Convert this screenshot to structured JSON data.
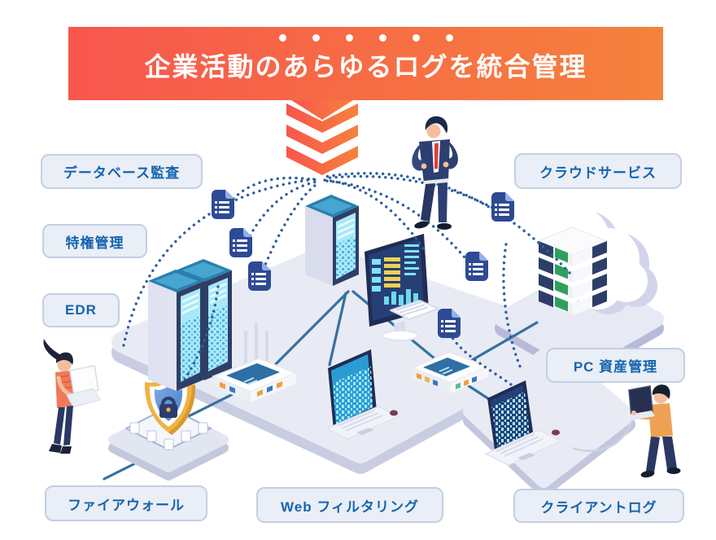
{
  "banner": {
    "title": "企業活動のあらゆるログを統合管理",
    "decoration_dots_count": 6,
    "arrow": "triple-chevron-down"
  },
  "labels": {
    "database_audit": "データベース監査",
    "privileged_management": "特権管理",
    "edr": "EDR",
    "cloud_service": "クラウドサービス",
    "pc_asset_management": "PC 資産管理",
    "firewall": "ファイアウォール",
    "web_filtering": "Web フィルタリング",
    "client_log": "クライアントログ"
  },
  "colors": {
    "banner_gradient_start": "#f8564e",
    "banner_gradient_end": "#f5823c",
    "label_text": "#1565ad",
    "label_background": "#eaeef6",
    "label_border": "#c3cfe3",
    "dotted_log_flow": "#2f5f9e",
    "network_line": "#36719f",
    "platform_top": "#e9ebf4",
    "platform_side": "#c9cde2",
    "server_front": "#2e3f66",
    "screen_cyan": "#a9e8f8",
    "shield_yellow": "#f0b341",
    "document_icon": "#2e4a94"
  },
  "illustration": {
    "icons": [
      "log-document-icon",
      "server-tower-icon",
      "server-rack-icon",
      "monitor-dashboard-icon",
      "cloud-icon",
      "shield-lock-icon",
      "wifi-router-icon",
      "network-switch-icon",
      "laptop-icon",
      "keyboard-icon",
      "chevron-down-icon"
    ],
    "people": [
      "businessman-standing",
      "woman-carrying-laptop",
      "man-holding-laptop"
    ]
  }
}
